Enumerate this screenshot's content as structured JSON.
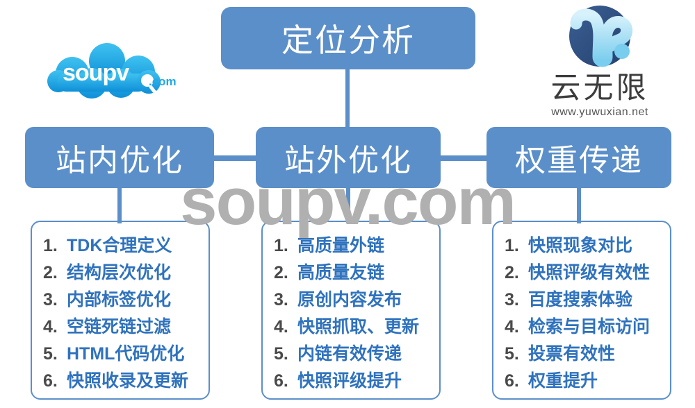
{
  "diagram": {
    "root": {
      "label": "定位分析"
    },
    "branches": [
      {
        "label": "站内优化"
      },
      {
        "label": "站外优化"
      },
      {
        "label": "权重传递"
      }
    ],
    "lists": [
      {
        "items": [
          {
            "num": "1.",
            "text": "TDK合理定义"
          },
          {
            "num": "2.",
            "text": "结构层次优化"
          },
          {
            "num": "3.",
            "text": "内部标签优化"
          },
          {
            "num": "4.",
            "text": "空链死链过滤"
          },
          {
            "num": "5.",
            "text": "HTML代码优化"
          },
          {
            "num": "6.",
            "text": "快照收录及更新"
          }
        ]
      },
      {
        "items": [
          {
            "num": "1.",
            "text": "高质量外链"
          },
          {
            "num": "2.",
            "text": "高质量友链"
          },
          {
            "num": "3.",
            "text": "原创内容发布"
          },
          {
            "num": "4.",
            "text": "快照抓取、更新"
          },
          {
            "num": "5.",
            "text": "内链有效传递"
          },
          {
            "num": "6.",
            "text": "快照评级提升"
          }
        ]
      },
      {
        "items": [
          {
            "num": "1.",
            "text": "快照现象对比"
          },
          {
            "num": "2.",
            "text": "快照评级有效性"
          },
          {
            "num": "3.",
            "text": "百度搜索体验"
          },
          {
            "num": "4.",
            "text": "检索与目标访问"
          },
          {
            "num": "5.",
            "text": "投票有效性"
          },
          {
            "num": "6.",
            "text": "权重提升"
          }
        ]
      }
    ]
  },
  "watermark": {
    "text": "soupv.com"
  },
  "logo_left": {
    "name": "soupv-cloud-logo",
    "word": "soupv",
    "suffix": ".com",
    "icon": "magnifier-icon",
    "cloud_color": "#1fa8e8",
    "text_color": "#ffffff"
  },
  "logo_right": {
    "name": "yuwuxian-logo",
    "brand": "云无限",
    "site": "www.yuwuxian.net",
    "mark_color": "#2c4f82",
    "accent_color": "#a8e0f5"
  },
  "colors": {
    "box_blue": "#5b8fc9",
    "list_border": "#5b8fc9",
    "item_text": "#2f72bd",
    "item_num": "#4a4a4a",
    "watermark": "#b0b0b0",
    "background": "#ffffff"
  }
}
